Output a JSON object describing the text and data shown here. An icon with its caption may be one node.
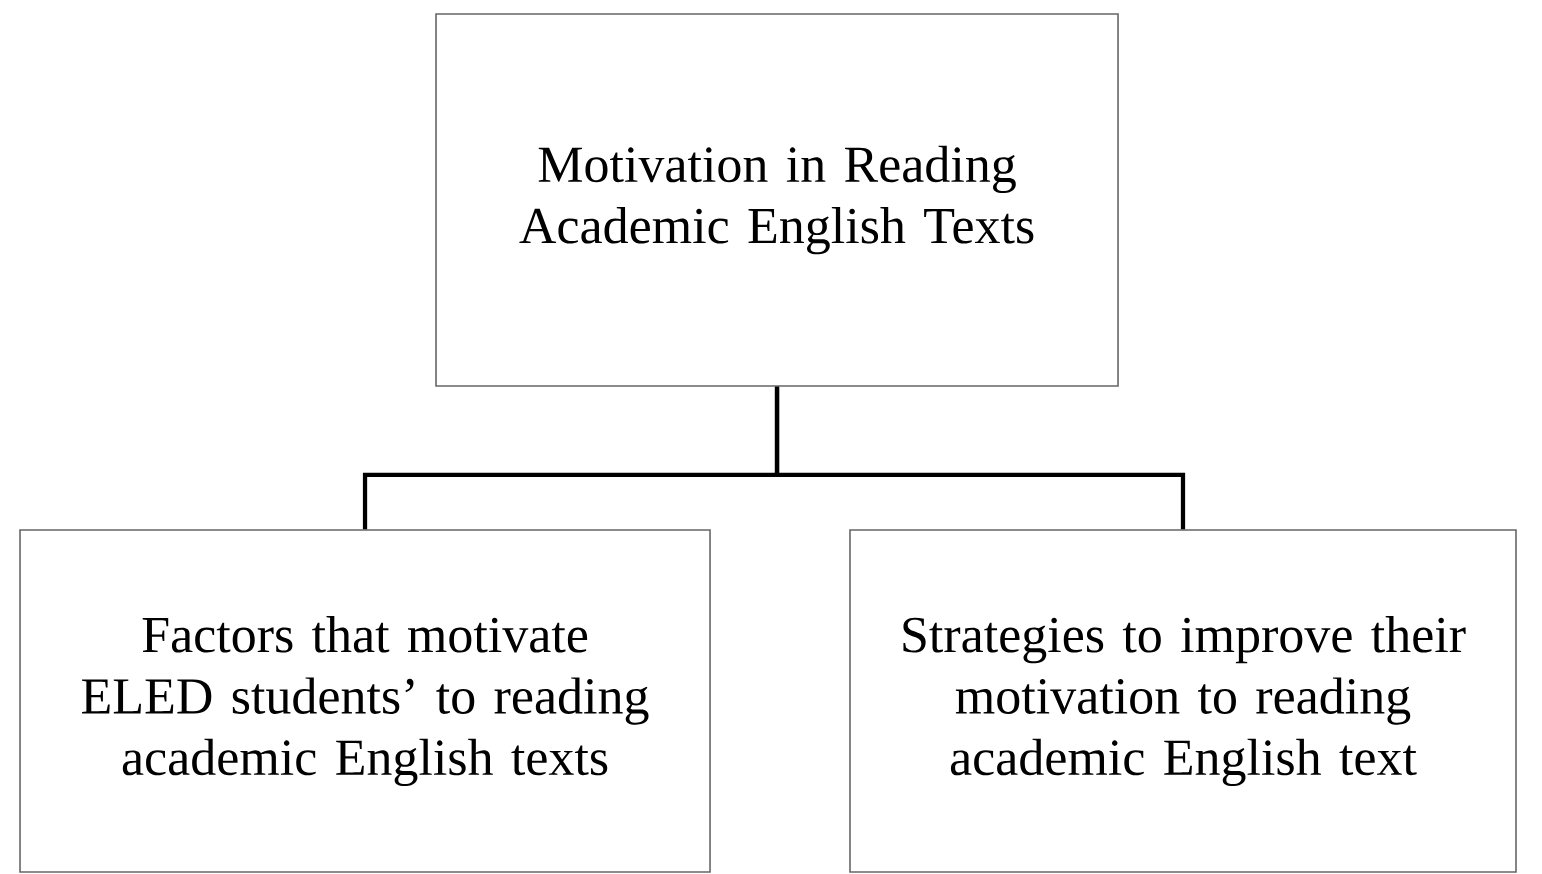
{
  "diagram": {
    "nodes": [
      {
        "text": [
          "Motivation in Reading Academic English Texts"
        ]
      },
      {
        "text": [
          "Factors that motivate ELED students’ to reading academic English texts"
        ]
      },
      {
        "text": [
          "Strategies to improve their motivation to reading academic English text"
        ]
      }
    ],
    "edges": [
      {
        "from": 0,
        "to": 1,
        "arrow": "none"
      },
      {
        "from": 0,
        "to": 2,
        "arrow": "none"
      }
    ]
  }
}
